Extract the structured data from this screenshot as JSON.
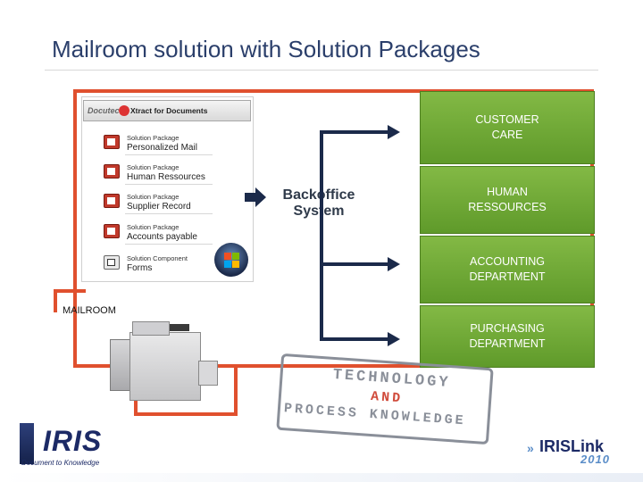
{
  "slide": {
    "title": "Mailroom solution with Solution Packages"
  },
  "xtract": {
    "brand": "Docutec",
    "product": "Xtract for Documents"
  },
  "packages": [
    {
      "kind": "Solution Package",
      "name": "Personalized Mail"
    },
    {
      "kind": "Solution Package",
      "name": "Human Ressources"
    },
    {
      "kind": "Solution Package",
      "name": "Supplier Record"
    },
    {
      "kind": "Solution Package",
      "name": "Accounts payable"
    },
    {
      "kind": "Solution Component",
      "name": "Forms"
    }
  ],
  "mailroom": {
    "label": "MAILROOM"
  },
  "backoffice": {
    "line1": "Backoffice",
    "line2": "System"
  },
  "departments": [
    {
      "line1": "CUSTOMER",
      "line2": "CARE"
    },
    {
      "line1": "HUMAN",
      "line2": "RESSOURCES"
    },
    {
      "line1": "ACCOUNTING",
      "line2": "DEPARTMENT"
    },
    {
      "line1": "PURCHASING",
      "line2": "DEPARTMENT"
    }
  ],
  "stamp": {
    "line1": "TECHNOLOGY",
    "line2": "AND",
    "line3": "PROCESS KNOWLEDGE"
  },
  "footer": {
    "iris_logo": "IRIS",
    "iris_tagline": "Document to Knowledge",
    "link_logo": "IRISLink",
    "link_year": "2010"
  },
  "colors": {
    "frame": "#e0502e",
    "department": "#6fa833",
    "title": "#2b3f6b",
    "arrow": "#1b2a4a"
  },
  "icons": [
    "solution-package-icon",
    "solution-component-icon",
    "windows-logo-icon",
    "printer-icon",
    "arrow-right-icon"
  ]
}
